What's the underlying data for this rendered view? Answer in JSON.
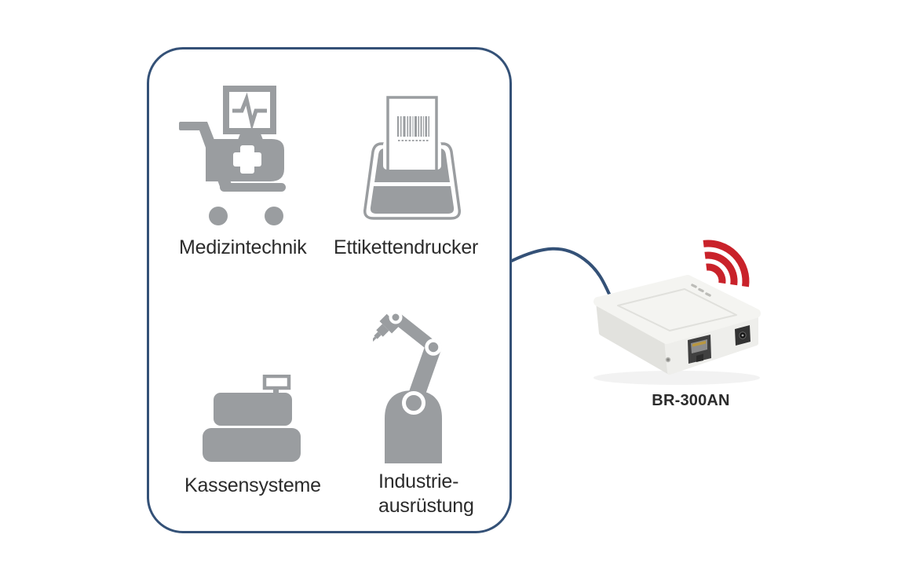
{
  "box": {
    "items": [
      {
        "id": "medizintechnik",
        "label": "Medizintechnik",
        "icon": "medical-cart-icon"
      },
      {
        "id": "ettikettendrucker",
        "label": "Ettikettendrucker",
        "icon": "label-printer-icon"
      },
      {
        "id": "kassensysteme",
        "label": "Kassensysteme",
        "icon": "cash-register-icon"
      },
      {
        "id": "industrieausruestung",
        "label": "Industrie-\nausrüstung",
        "icon": "robot-arm-icon"
      }
    ]
  },
  "device": {
    "label": "BR-300AN",
    "wifi_icon": "wifi-signal-icon"
  },
  "colors": {
    "outline_navy": "#345177",
    "icon_gray": "#9a9da0",
    "wifi_red": "#c9222a",
    "text": "#2b2b2b",
    "background": "#ffffff"
  }
}
